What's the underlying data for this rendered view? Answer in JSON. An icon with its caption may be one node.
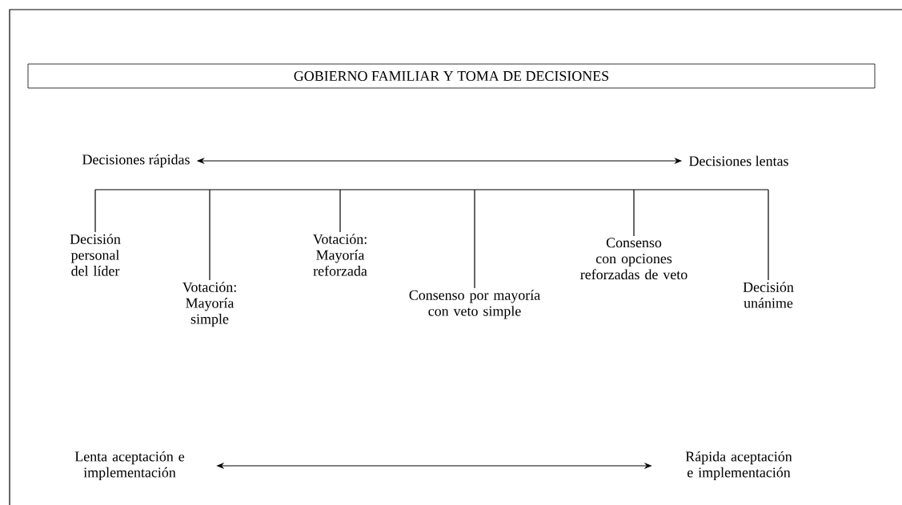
{
  "diagram": {
    "nodes": [
      {
        "text": [
          "GOBIERNO FAMILIAR Y TOMA DE DECISIONES"
        ]
      },
      {
        "text": [
          "Decisiones rápidas"
        ]
      },
      {
        "text": [
          "Decisiones lentas"
        ]
      },
      {
        "text": [
          "Decisión personal del líder"
        ]
      },
      {
        "text": [
          "Votación: Mayoría simple"
        ]
      },
      {
        "text": [
          "Votación: Mayoría reforzada"
        ]
      },
      {
        "text": [
          "Consenso por mayoría con veto simple"
        ]
      },
      {
        "text": [
          "Consenso con opciones reforzadas de veto"
        ]
      },
      {
        "text": [
          "Decisión unánime"
        ]
      },
      {
        "text": [
          "Lenta aceptación e implementación"
        ]
      },
      {
        "text": [
          "Rápida aceptación e implementación"
        ]
      }
    ],
    "edges": [
      {
        "from": 1,
        "to": 2,
        "arrow": "both"
      },
      {
        "from": null,
        "to": 3,
        "arrow": "none"
      },
      {
        "from": null,
        "to": 4,
        "arrow": "none"
      },
      {
        "from": null,
        "to": 5,
        "arrow": "none"
      },
      {
        "from": null,
        "to": 6,
        "arrow": "none"
      },
      {
        "from": null,
        "to": 7,
        "arrow": "none"
      },
      {
        "from": null,
        "to": 8,
        "arrow": "none"
      },
      {
        "from": 9,
        "to": 10,
        "arrow": "both"
      }
    ]
  }
}
